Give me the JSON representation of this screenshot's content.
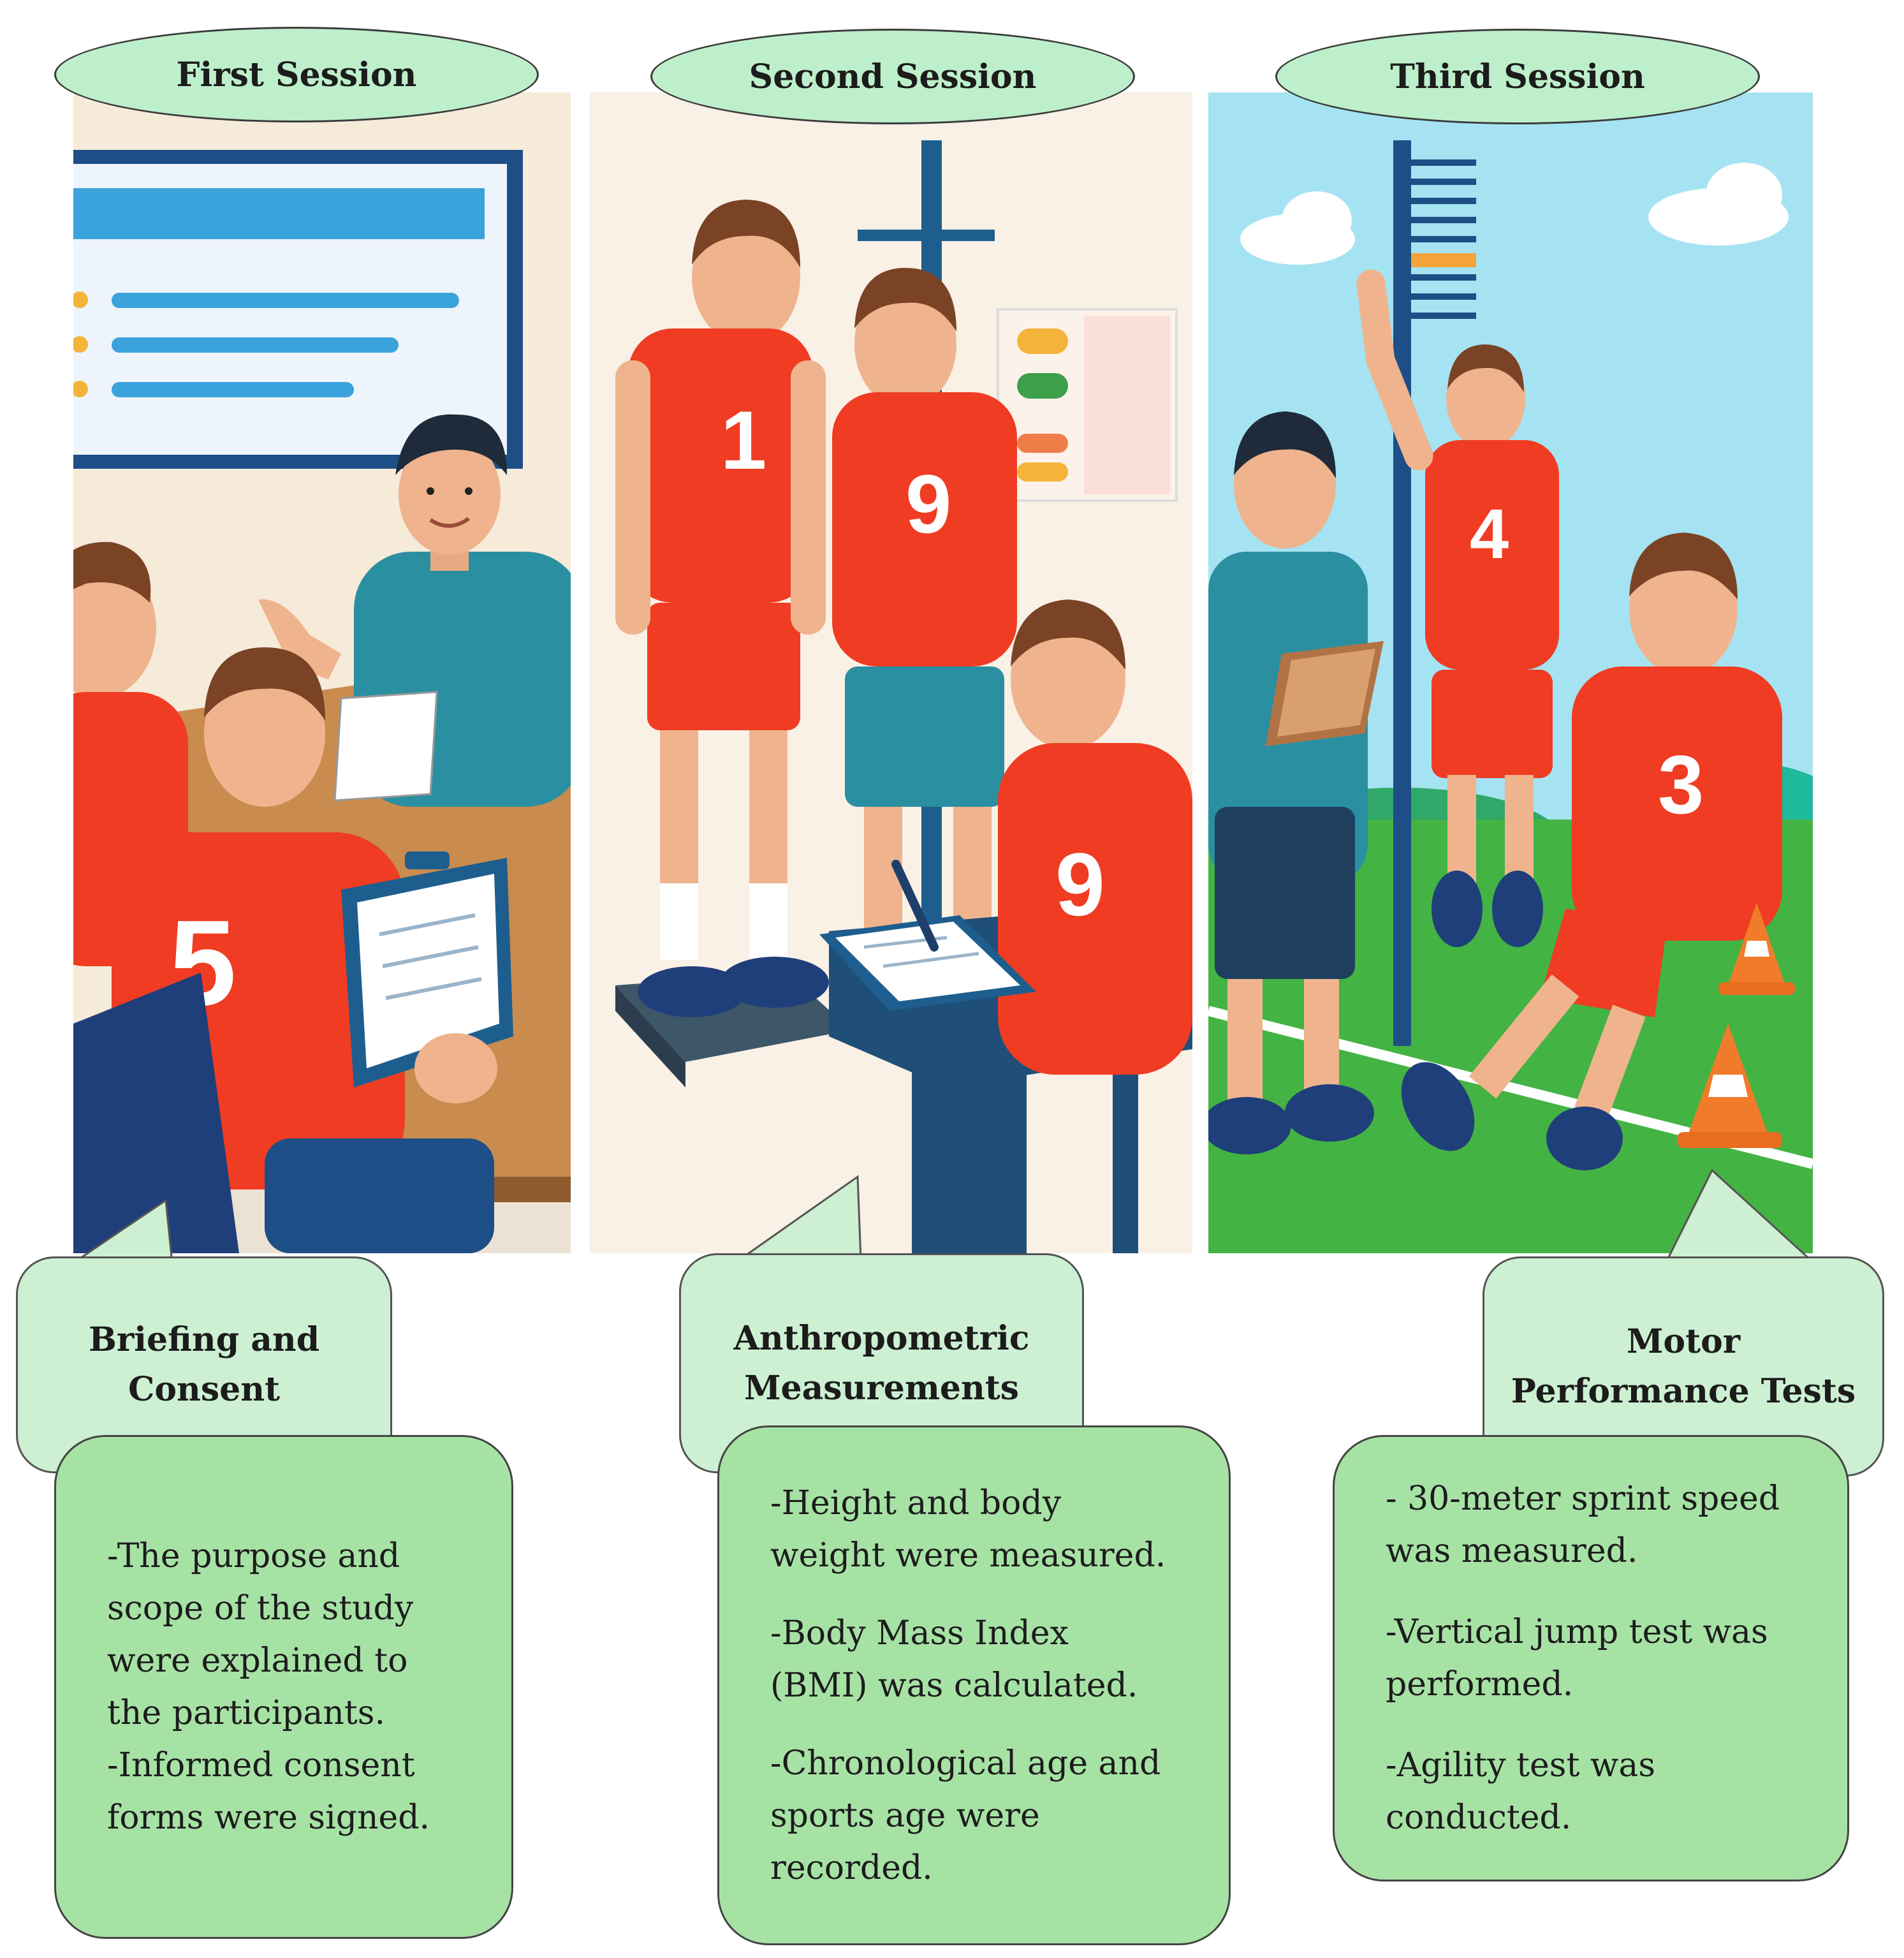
{
  "sessions": [
    {
      "title": "First Session",
      "heading_lines": [
        "Briefing and",
        "Consent"
      ],
      "details": [
        "-The purpose and",
        "scope of the study",
        "were explained to",
        "the participants.",
        "-Informed consent",
        "forms were signed."
      ]
    },
    {
      "title": "Second Session",
      "heading_lines": [
        "Anthropometric",
        "Measurements"
      ],
      "details": [
        "-Height and body",
        "weight were measured.",
        "-Body Mass Index",
        "(BMI) was calculated.",
        "-Chronological age and",
        "sports age were",
        "recorded."
      ]
    },
    {
      "title": "Third Session",
      "heading_lines": [
        "Motor",
        "Performance Tests"
      ],
      "details": [
        "- 30-meter sprint speed",
        "was measured.",
        "-Vertical jump test was",
        "performed.",
        "-Agility test was",
        "conducted."
      ]
    }
  ],
  "jersey_numbers": {
    "first_panel": "5",
    "second_panel": [
      "1",
      "9",
      "9"
    ],
    "third_panel": [
      "4",
      "3"
    ]
  },
  "colors": {
    "ellipse_fill": "#bdefcb",
    "callout_fill": "#cdf0d3",
    "detail_fill": "#a7e2a5",
    "jersey": "#ef3c23",
    "coach_shirt": "#2a8fa0"
  }
}
